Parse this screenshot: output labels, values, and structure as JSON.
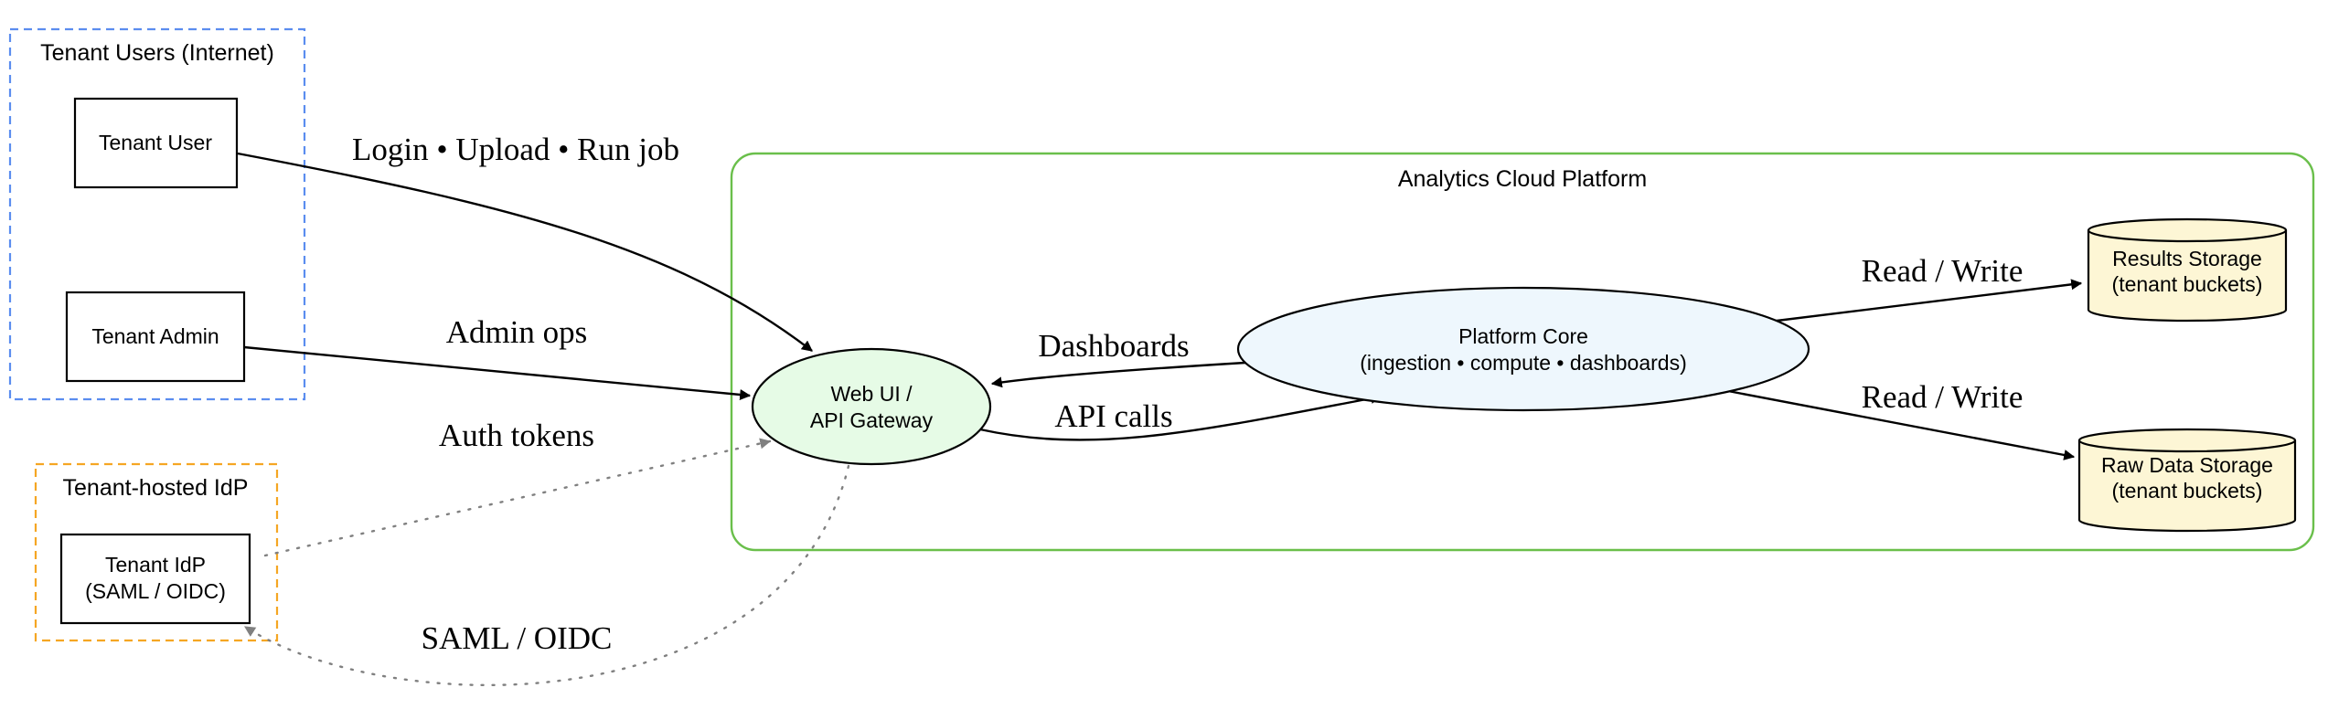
{
  "colors": {
    "tenant_users_border": "#5b8def",
    "idp_border": "#f5a623",
    "platform_border": "#6abf4b",
    "gateway_fill": "#e6fbe6",
    "core_fill": "#eef7fd",
    "storage_fill": "#fdf6d5",
    "solid_edge": "#000000",
    "dotted_edge": "#808080"
  },
  "clusters": {
    "tenant_users": "Tenant Users (Internet)",
    "idp": "Tenant-hosted IdP",
    "platform": "Analytics Cloud Platform"
  },
  "nodes": {
    "tenant_user": "Tenant User",
    "tenant_admin": "Tenant Admin",
    "tenant_idp_line1": "Tenant IdP",
    "tenant_idp_line2": "(SAML / OIDC)",
    "gateway_line1": "Web UI /",
    "gateway_line2": "API Gateway",
    "core_line1": "Platform Core",
    "core_line2": "(ingestion • compute • dashboards)",
    "results_line1": "Results Storage",
    "results_line2": "(tenant buckets)",
    "raw_line1": "Raw Data Storage",
    "raw_line2": "(tenant buckets)"
  },
  "edges": {
    "user_to_gateway": "Login • Upload • Run job",
    "admin_to_gateway": "Admin ops",
    "idp_to_gateway": "Auth tokens",
    "gateway_to_idp": "SAML / OIDC",
    "core_to_gateway": "Dashboards",
    "gateway_to_core": "API calls",
    "core_to_results": "Read / Write",
    "core_to_raw": "Read / Write"
  }
}
